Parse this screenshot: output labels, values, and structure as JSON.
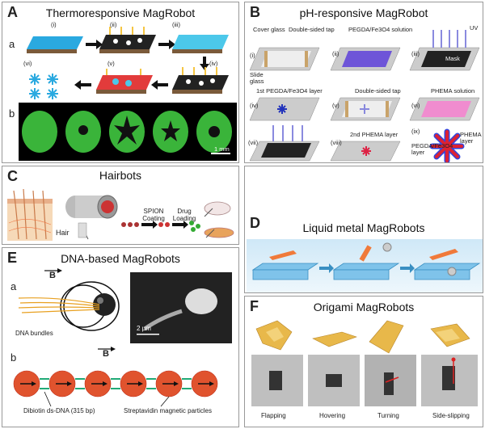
{
  "panelA": {
    "letter": "A",
    "title": "Thermoresponsive MagRobot",
    "row_a": "a",
    "row_b": "b",
    "steps": [
      "(i)",
      "(ii)",
      "(iii)",
      "(iv)",
      "(v)",
      "(vi)"
    ],
    "scale": "1 mm"
  },
  "panelB": {
    "letter": "B",
    "title": "pH-responsive MagRobot",
    "steps": [
      "(i)",
      "(ii)",
      "(iii)",
      "(iv)",
      "(v)",
      "(vi)",
      "(vii)",
      "(viii)",
      "(ix)"
    ],
    "labels": {
      "cover_glass": "Cover glass",
      "double_tap": "Double-sided tap",
      "slide_glass": "Slide glass",
      "pegda_sol": "PEGDA/Fe3O4 solution",
      "uv": "UV",
      "mask": "Mask",
      "first_layer": "1st PEGDA/Fe3O4 layer",
      "double_tap2": "Double-sided tap",
      "phema_sol": "PHEMA solution",
      "second_layer": "2nd PHEMA layer",
      "pegda_layer": "PEGDA/Fe3O4 layer",
      "phema_layer": "PHEMA layer"
    }
  },
  "panelC": {
    "letter": "C",
    "title": "Hairbots",
    "hair": "Hair",
    "spion": "SPION Coating",
    "drug": "Drug Loading"
  },
  "panelD": {
    "letter": "D",
    "title": "Liquid metal MagRobots"
  },
  "panelE": {
    "letter": "E",
    "title": "DNA-based MagRobots",
    "row_a": "a",
    "row_b": "b",
    "field": "B",
    "dna_bundles": "DNA bundles",
    "scale": "2 µm",
    "diobiotin": "Dibiotin ds-DNA (315 bp)",
    "strept": "Streptavidin magnetic particles"
  },
  "panelF": {
    "letter": "F",
    "title": "Origami MagRobots",
    "modes": [
      "Flapping",
      "Hovering",
      "Turning",
      "Side-slipping"
    ]
  }
}
